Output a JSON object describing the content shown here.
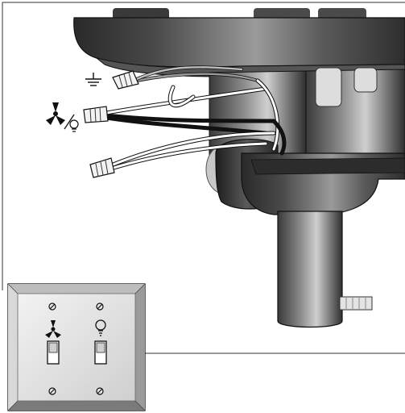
{
  "diagram": {
    "symbols": {
      "ground": "ground-symbol",
      "fan_light": "fan-and-light-symbol",
      "fan": "fan-symbol",
      "light": "light-bulb-symbol"
    },
    "colors": {
      "housing_dark": "#2b2b2b",
      "housing_mid": "#6e6e6e",
      "housing_light": "#d9d9d9",
      "wire_black": "#1a1a1a",
      "wire_white": "#ffffff",
      "wire_gray": "#9a9a9a",
      "outline": "#222222"
    }
  }
}
